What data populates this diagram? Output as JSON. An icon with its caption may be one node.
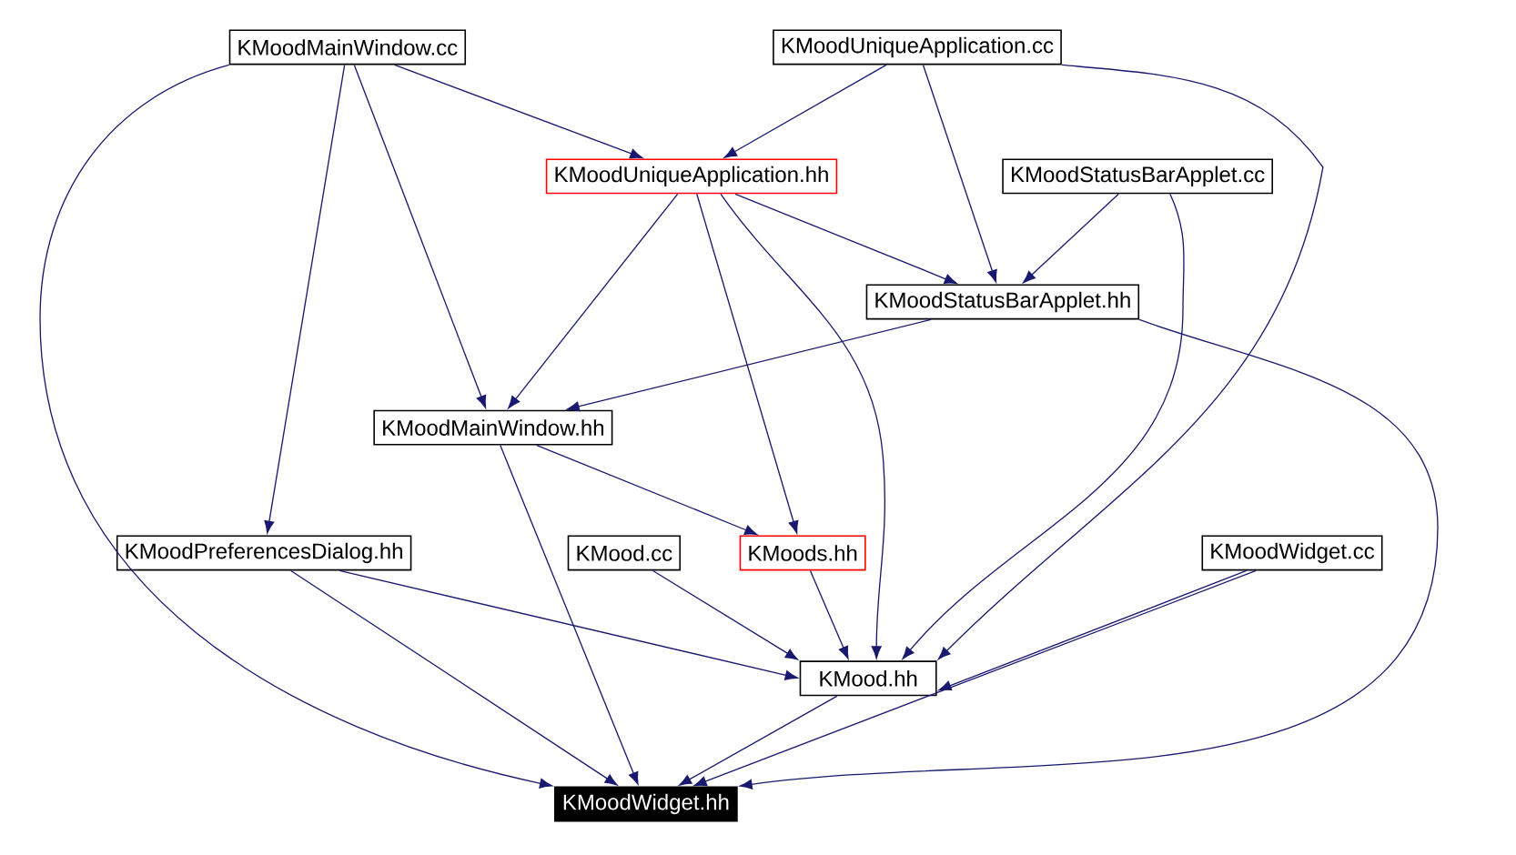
{
  "diagram": {
    "nodes": [
      {
        "text": [
          "KMoodMainWindow.cc"
        ]
      },
      {
        "text": [
          "KMoodUniqueApplication.cc"
        ]
      },
      {
        "text": [
          "KMoodUniqueApplication.hh"
        ]
      },
      {
        "text": [
          "KMoodStatusBarApplet.cc"
        ]
      },
      {
        "text": [
          "KMoodStatusBarApplet.hh"
        ]
      },
      {
        "text": [
          "KMoodMainWindow.hh"
        ]
      },
      {
        "text": [
          "KMoodPreferencesDialog.hh"
        ]
      },
      {
        "text": [
          "KMood.cc"
        ]
      },
      {
        "text": [
          "KMoods.hh"
        ]
      },
      {
        "text": [
          "KMoodWidget.cc"
        ]
      },
      {
        "text": [
          "KMood.hh"
        ]
      },
      {
        "text": [
          "KMoodWidget.hh"
        ]
      }
    ],
    "edges": [
      {
        "from": 0,
        "to": 11,
        "arrow": "to"
      },
      {
        "from": 0,
        "to": 6,
        "arrow": "to"
      },
      {
        "from": 0,
        "to": 5,
        "arrow": "to"
      },
      {
        "from": 0,
        "to": 2,
        "arrow": "to"
      },
      {
        "from": 1,
        "to": 2,
        "arrow": "to"
      },
      {
        "from": 1,
        "to": 4,
        "arrow": "to"
      },
      {
        "from": 1,
        "to": 10,
        "arrow": "to"
      },
      {
        "from": 2,
        "to": 5,
        "arrow": "to"
      },
      {
        "from": 2,
        "to": 4,
        "arrow": "to"
      },
      {
        "from": 2,
        "to": 8,
        "arrow": "to"
      },
      {
        "from": 2,
        "to": 10,
        "arrow": "to"
      },
      {
        "from": 3,
        "to": 4,
        "arrow": "to"
      },
      {
        "from": 3,
        "to": 10,
        "arrow": "to"
      },
      {
        "from": 4,
        "to": 5,
        "arrow": "to"
      },
      {
        "from": 4,
        "to": 11,
        "arrow": "to"
      },
      {
        "from": 5,
        "to": 8,
        "arrow": "to"
      },
      {
        "from": 5,
        "to": 11,
        "arrow": "to"
      },
      {
        "from": 6,
        "to": 10,
        "arrow": "to"
      },
      {
        "from": 6,
        "to": 11,
        "arrow": "to"
      },
      {
        "from": 7,
        "to": 10,
        "arrow": "to"
      },
      {
        "from": 8,
        "to": 10,
        "arrow": "to"
      },
      {
        "from": 9,
        "to": 10,
        "arrow": "to"
      },
      {
        "from": 9,
        "to": 11,
        "arrow": "to"
      },
      {
        "from": 10,
        "to": 11,
        "arrow": "to"
      }
    ]
  }
}
